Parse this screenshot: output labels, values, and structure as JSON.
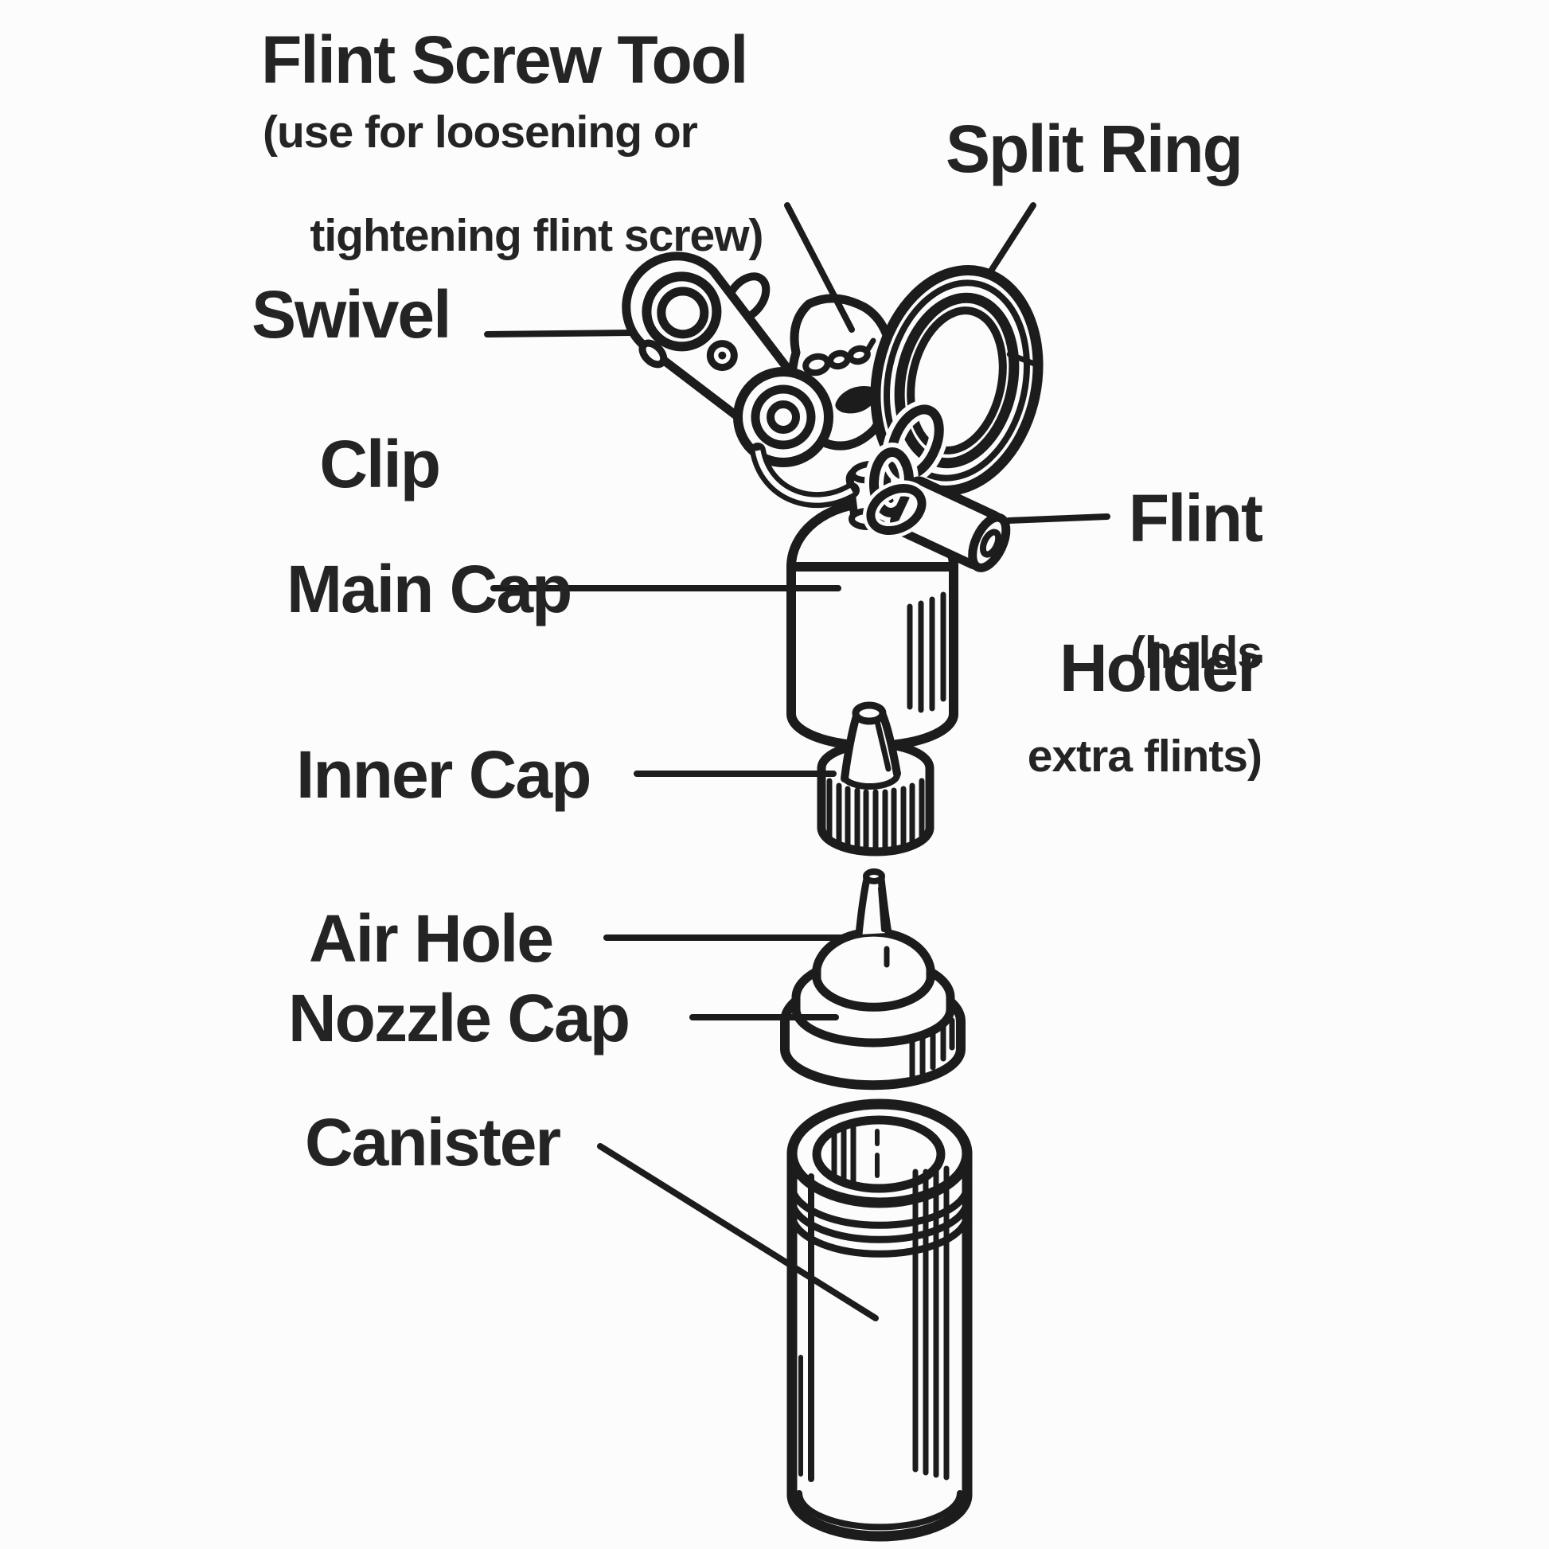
{
  "diagram": {
    "colors": {
      "line": "#1c1c1c",
      "text": "#242424",
      "background": "#fcfcfc"
    },
    "parts": [
      {
        "name": "flint-screw-tool",
        "label": "Flint Screw Tool",
        "note_line1": "(use for loosening or",
        "note_line2": "tightening flint screw)"
      },
      {
        "name": "split-ring",
        "label": "Split Ring"
      },
      {
        "name": "swivel-clip",
        "label_line1": "Swivel",
        "label_line2": "Clip"
      },
      {
        "name": "main-cap",
        "label": "Main Cap"
      },
      {
        "name": "flint-holder",
        "label_line1": "Flint",
        "label_line2": "Holder",
        "note_line1": "(holds",
        "note_line2": "extra flints)"
      },
      {
        "name": "inner-cap",
        "label": "Inner Cap"
      },
      {
        "name": "air-hole",
        "label": "Air Hole"
      },
      {
        "name": "nozzle-cap",
        "label": "Nozzle Cap"
      },
      {
        "name": "canister",
        "label": "Canister"
      }
    ]
  }
}
